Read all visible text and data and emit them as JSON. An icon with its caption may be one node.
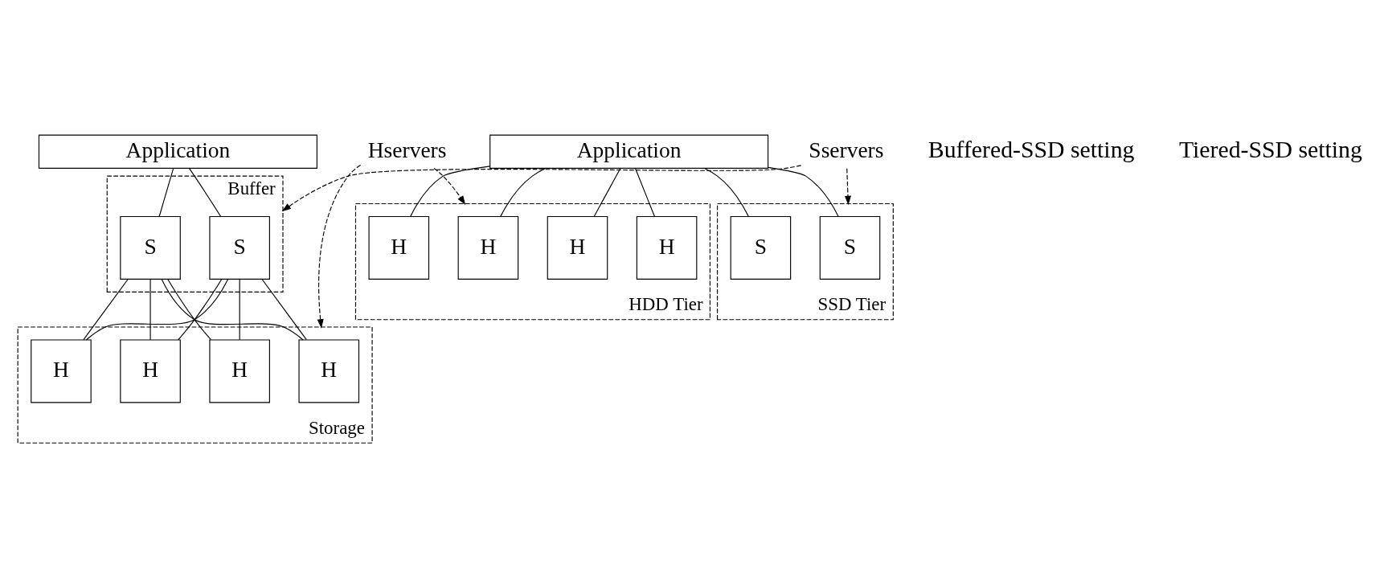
{
  "diagram": {
    "nodes": [
      {
        "text": [
          "Application"
        ]
      },
      {
        "text": [
          "Buffer"
        ]
      },
      {
        "text": [
          "S"
        ],
        "in": 1
      },
      {
        "text": [
          "S"
        ],
        "in": 1
      },
      {
        "text": [
          "Storage"
        ]
      },
      {
        "text": [
          "H"
        ],
        "in": 4
      },
      {
        "text": [
          "H"
        ],
        "in": 4
      },
      {
        "text": [
          "H"
        ],
        "in": 4
      },
      {
        "text": [
          "H"
        ],
        "in": 4
      },
      {
        "text": [
          "Application"
        ]
      },
      {
        "text": [
          "SSD Tier"
        ]
      },
      {
        "text": [
          "S"
        ],
        "in": 10
      },
      {
        "text": [
          "S"
        ],
        "in": 10
      },
      {
        "text": [
          "HDD Tier"
        ]
      },
      {
        "text": [
          "H"
        ],
        "in": 13
      },
      {
        "text": [
          "H"
        ],
        "in": 13
      },
      {
        "text": [
          "H"
        ],
        "in": 13
      },
      {
        "text": [
          "H"
        ],
        "in": 13
      },
      {
        "text": [
          "Sservers"
        ]
      },
      {
        "text": [
          "Hservers"
        ]
      }
    ],
    "edges": [
      {
        "from": 0,
        "to": 2,
        "arrow": "none"
      },
      {
        "from": 0,
        "to": 3,
        "arrow": "none"
      },
      {
        "from": 2,
        "to": 5,
        "arrow": "none"
      },
      {
        "from": 2,
        "to": 6,
        "arrow": "none"
      },
      {
        "from": 2,
        "to": 7,
        "arrow": "none"
      },
      {
        "from": 2,
        "to": 8,
        "arrow": "none"
      },
      {
        "from": 3,
        "to": 5,
        "arrow": "none"
      },
      {
        "from": 3,
        "to": 6,
        "arrow": "none"
      },
      {
        "from": 3,
        "to": 7,
        "arrow": "none"
      },
      {
        "from": 3,
        "to": 8,
        "arrow": "none"
      },
      {
        "from": 9,
        "to": 14,
        "arrow": "none"
      },
      {
        "from": 9,
        "to": 15,
        "arrow": "none"
      },
      {
        "from": 9,
        "to": 16,
        "arrow": "none"
      },
      {
        "from": 9,
        "to": 17,
        "arrow": "none"
      },
      {
        "from": 9,
        "to": 11,
        "arrow": "none"
      },
      {
        "from": 9,
        "to": 12,
        "arrow": "none"
      },
      {
        "from": 18,
        "to": 1,
        "arrow": "to",
        "style": "dashed"
      },
      {
        "from": 18,
        "to": 10,
        "arrow": "to",
        "style": "dashed"
      },
      {
        "from": 19,
        "to": 4,
        "arrow": "to",
        "style": "dashed"
      },
      {
        "from": 19,
        "to": 13,
        "arrow": "to",
        "style": "dashed"
      }
    ],
    "labels": [
      "Buffered-SSD setting",
      "Tiered-SSD setting"
    ]
  }
}
